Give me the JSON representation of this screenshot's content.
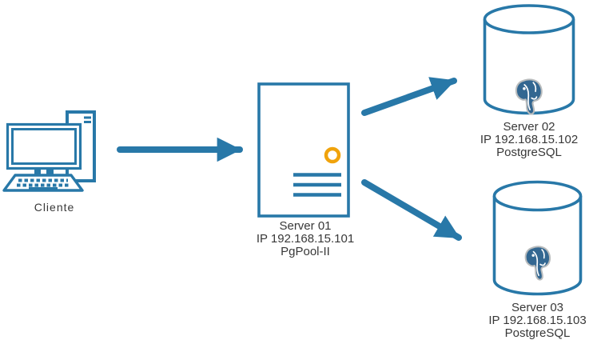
{
  "diagram": {
    "type": "architecture-diagram",
    "colors": {
      "primary_blue": "#2878A8",
      "indicator_orange": "#F0A30C",
      "elephant_blue": "#336791",
      "elephant_outline": "#B9BCBD",
      "text": "#383838",
      "background": "#FFFFFF"
    },
    "nodes": {
      "client": {
        "label": "Cliente",
        "icon": "desktop-computer-icon"
      },
      "server01": {
        "name": "Server 01",
        "ip": "IP 192.168.15.101",
        "software": "PgPool-II",
        "icon": "server-tower-icon"
      },
      "server02": {
        "name": "Server 02",
        "ip": "IP 192.168.15.102",
        "software": "PostgreSQL",
        "icon": "database-cylinder-icon"
      },
      "server03": {
        "name": "Server 03",
        "ip": "IP 192.168.15.103",
        "software": "PostgreSQL",
        "icon": "database-cylinder-icon"
      }
    },
    "arrows": [
      {
        "from": "Cliente",
        "to": "Server 01"
      },
      {
        "from": "Server 01",
        "to": "Server 02"
      },
      {
        "from": "Server 01",
        "to": "Server 03"
      }
    ]
  }
}
